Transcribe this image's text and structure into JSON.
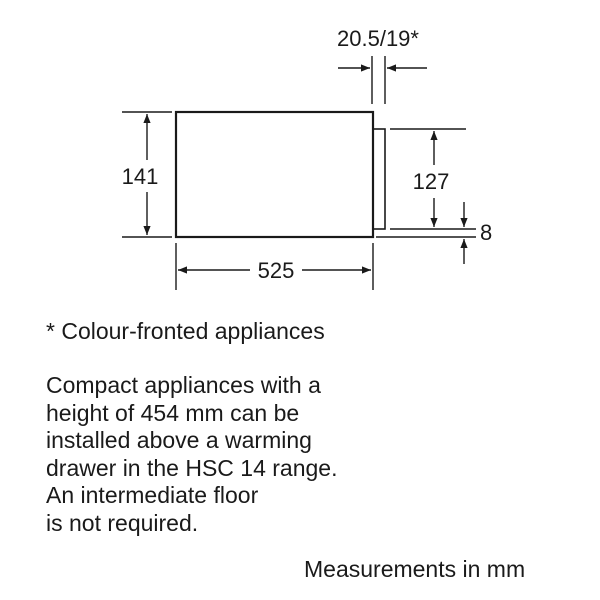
{
  "dimensions": {
    "top_gap": "20.5/19*",
    "height_total": "141",
    "height_front": "127",
    "offset": "8",
    "width": "525"
  },
  "footnote": "* Colour-fronted appliances",
  "note_lines": [
    "Compact appliances with a",
    "height of 454 mm can be",
    "installed above a warming",
    "drawer in the HSC 14 range.",
    "An intermediate floor",
    "is not required."
  ],
  "units_note": "Measurements in mm",
  "colors": {
    "line": "#1a1a1a",
    "background": "#ffffff"
  }
}
